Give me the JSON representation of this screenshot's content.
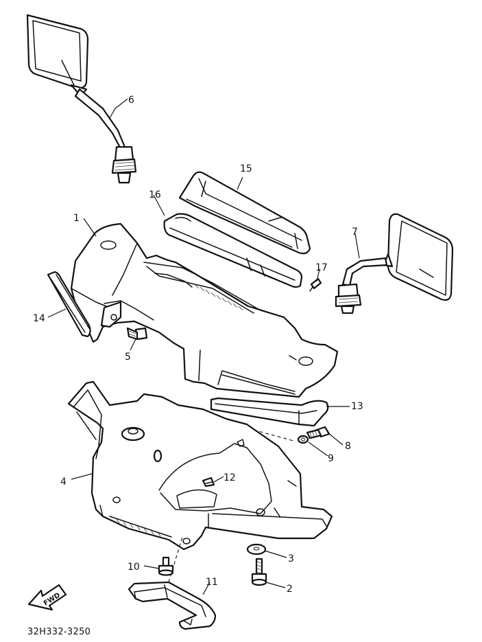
{
  "diagram_code": "32H332-3250",
  "fwd_label": "FWD",
  "callouts": {
    "c1": "1",
    "c2": "2",
    "c3": "3",
    "c4": "4",
    "c5": "5",
    "c6": "6",
    "c7": "7",
    "c8": "8",
    "c9": "9",
    "c10": "10",
    "c11": "11",
    "c12": "12",
    "c13": "13",
    "c14": "14",
    "c15": "15",
    "c16": "16",
    "c17": "17"
  },
  "colors": {
    "ink": "#111111",
    "paper": "#ffffff"
  }
}
